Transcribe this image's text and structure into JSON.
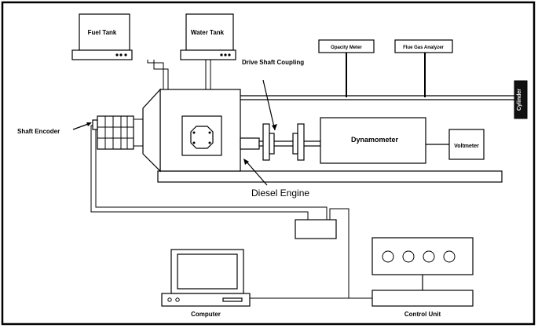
{
  "labels": {
    "fuel_tank": "Fuel Tank",
    "water_tank": "Water Tank",
    "opacity_meter": "Opacity Meter",
    "flue_gas_analyzer": "Flue Gas Analyzer",
    "drive_shaft_coupling": "Drive Shaft Coupling",
    "shaft_encoder": "Shaft Encoder",
    "dynamometer": "Dynamometer",
    "voltmeter": "Voltmeter",
    "diesel_engine": "Diesel Engine",
    "computer": "Computer",
    "control_unit": "Control Unit",
    "cylinder": "Cylinder"
  }
}
